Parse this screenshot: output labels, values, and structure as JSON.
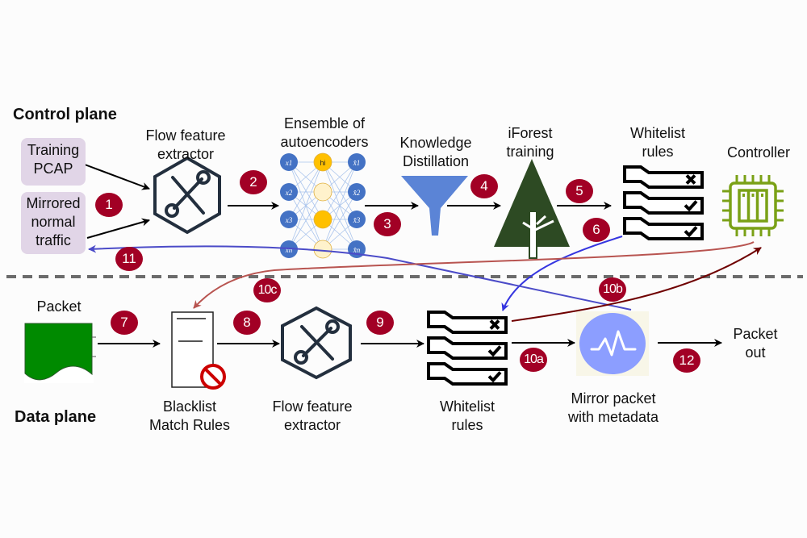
{
  "sections": {
    "control_plane": "Control plane",
    "data_plane": "Data plane"
  },
  "control": {
    "sources": [
      {
        "id": "training-pcap",
        "label": "Training\nPCAP",
        "lines": [
          "Training",
          "PCAP"
        ]
      },
      {
        "id": "mirrored-traffic",
        "label": "Mirrored normal traffic",
        "lines": [
          "Mirrored",
          "normal",
          "traffic"
        ]
      }
    ],
    "nodes": [
      {
        "id": "flow-feature-extractor",
        "lines": [
          "Flow feature",
          "extractor"
        ],
        "icon": "tools-hexagon-icon"
      },
      {
        "id": "autoencoders",
        "lines": [
          "Ensemble of",
          "autoencoders"
        ],
        "icon": "neural-network-icon"
      },
      {
        "id": "knowledge-distillation",
        "lines": [
          "Knowledge",
          "Distillation"
        ],
        "icon": "funnel-icon"
      },
      {
        "id": "iforest-training",
        "lines": [
          "iForest",
          "training"
        ],
        "icon": "tree-icon"
      },
      {
        "id": "whitelist-rules",
        "lines": [
          "Whitelist",
          "rules"
        ],
        "icon": "rules-stack-icon"
      },
      {
        "id": "controller",
        "lines": [
          "Controller"
        ],
        "icon": "cpu-chip-icon"
      }
    ]
  },
  "data": {
    "nodes": [
      {
        "id": "packet",
        "lines": [
          "Packet"
        ],
        "icon": "packet-document-icon"
      },
      {
        "id": "blacklist",
        "lines": [
          "Blacklist",
          "Match Rules"
        ],
        "icon": "blacklist-document-icon"
      },
      {
        "id": "flow-feature-extractor",
        "lines": [
          "Flow feature",
          "extractor"
        ],
        "icon": "tools-hexagon-icon"
      },
      {
        "id": "whitelist-rules",
        "lines": [
          "Whitelist",
          "rules"
        ],
        "icon": "rules-stack-icon"
      },
      {
        "id": "mirror-packet",
        "lines": [
          "Mirror packet",
          "with metadata"
        ],
        "icon": "pulse-icon"
      },
      {
        "id": "packet-out",
        "lines": [
          "Packet",
          "out"
        ],
        "icon": null
      }
    ]
  },
  "nn": {
    "inputs": [
      "x1",
      "x2",
      "x3",
      "xn"
    ],
    "hidden_label": "hi",
    "outputs": [
      "x̂1",
      "x̂2",
      "x̂3",
      "x̂n"
    ]
  },
  "badges": [
    "1",
    "2",
    "3",
    "4",
    "5",
    "6",
    "7",
    "8",
    "9",
    "10a",
    "10b",
    "10c",
    "11",
    "12"
  ],
  "colors": {
    "badge": "#a20025",
    "source_box": "#e1d5e7",
    "hex_icon": "#232f3e",
    "funnel": "#5b84d6",
    "tree": "#2d4a23",
    "controller": "#7aa116",
    "packet": "#008a00",
    "pulse_circle": "#8c9eff",
    "arrow_blue": "#3535e0",
    "arrow_blue_11": "#4b4bc8",
    "arrow_red": "#b85450",
    "arrow_darkred": "#6f0000"
  }
}
